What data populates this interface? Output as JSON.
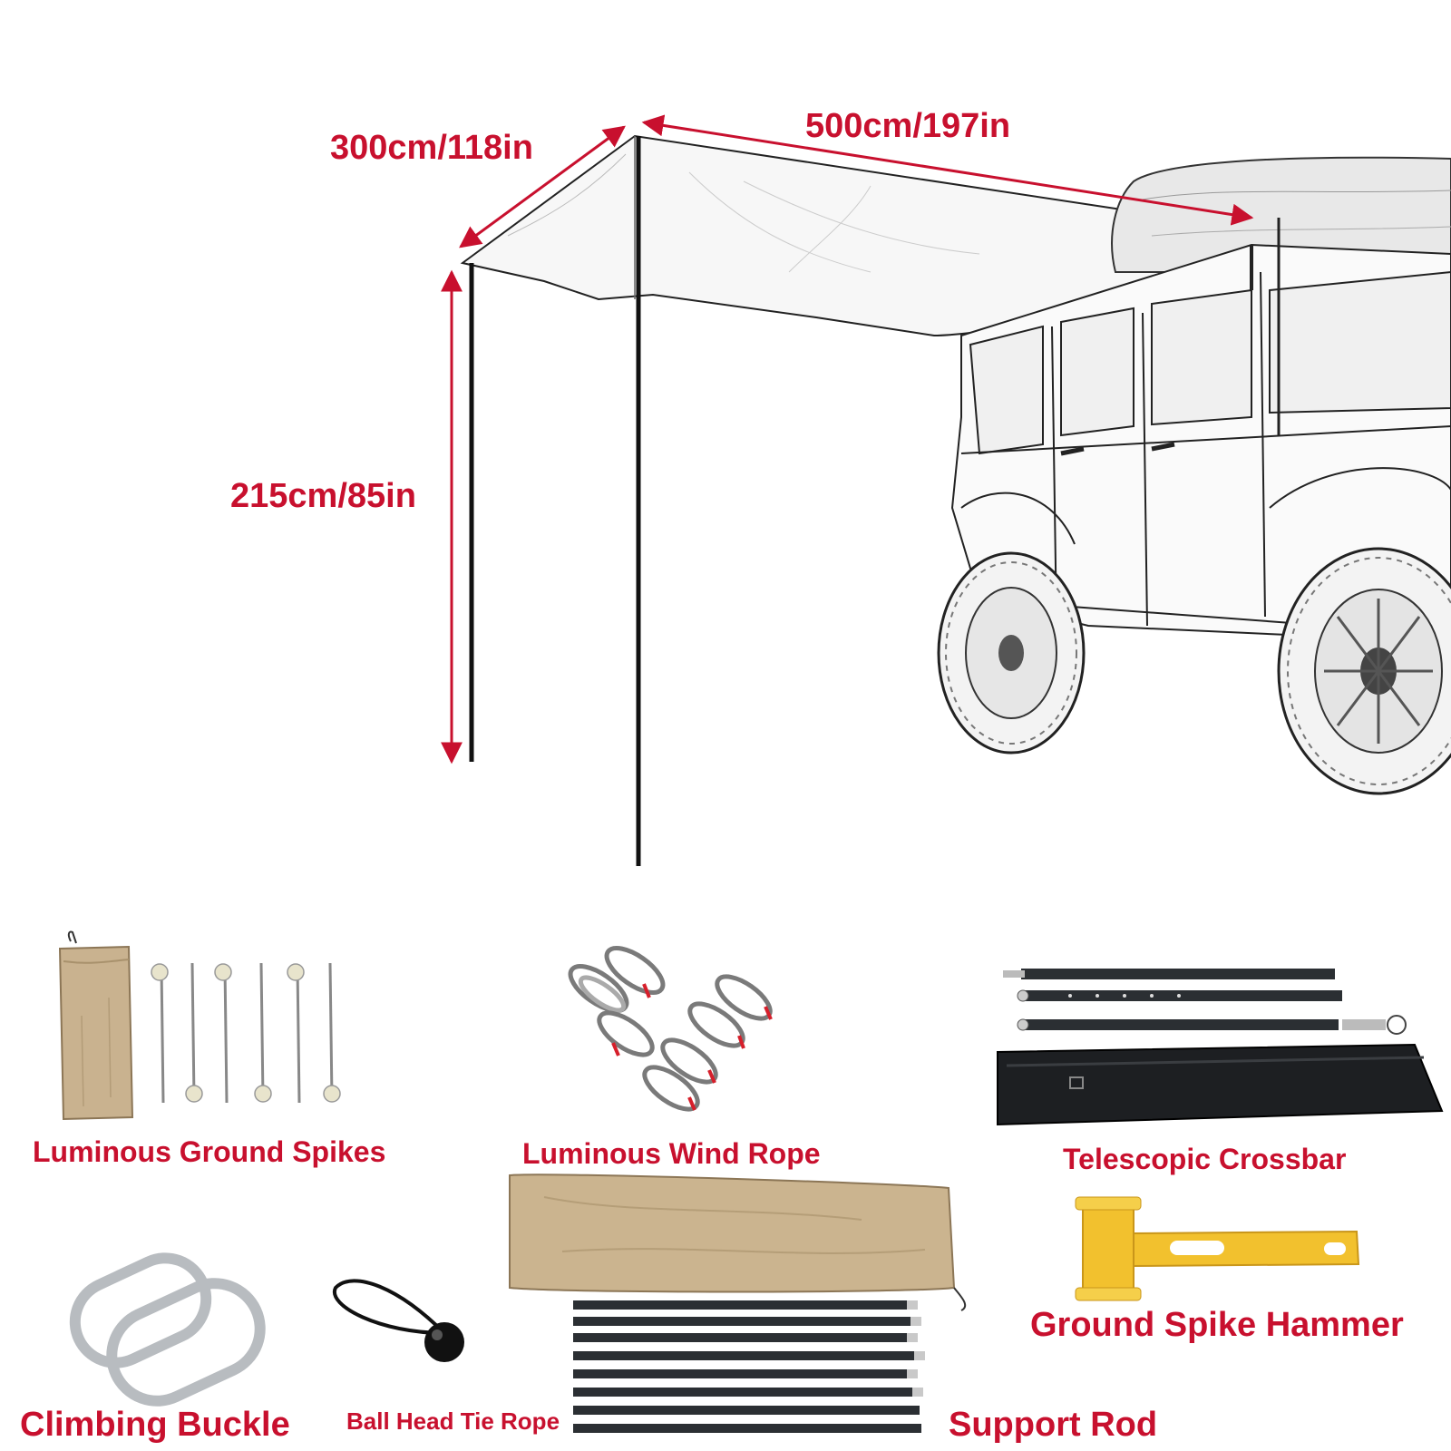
{
  "dimensions": {
    "depth": "300cm/118in",
    "length": "500cm/197in",
    "height": "215cm/85in"
  },
  "accessories": {
    "ground_spikes": "Luminous Ground Spikes",
    "wind_rope": "Luminous Wind Rope",
    "crossbar": "Telescopic Crossbar",
    "hammer": "Ground Spike Hammer",
    "buckle": "Climbing Buckle",
    "tie_rope": "Ball Head Tie Rope",
    "support_rod": "Support Rod"
  },
  "colors": {
    "label": "#c8102e",
    "canvas_bag": "#c9b28f",
    "hammer": "#f2c12e",
    "pole": "#2b2f33"
  }
}
